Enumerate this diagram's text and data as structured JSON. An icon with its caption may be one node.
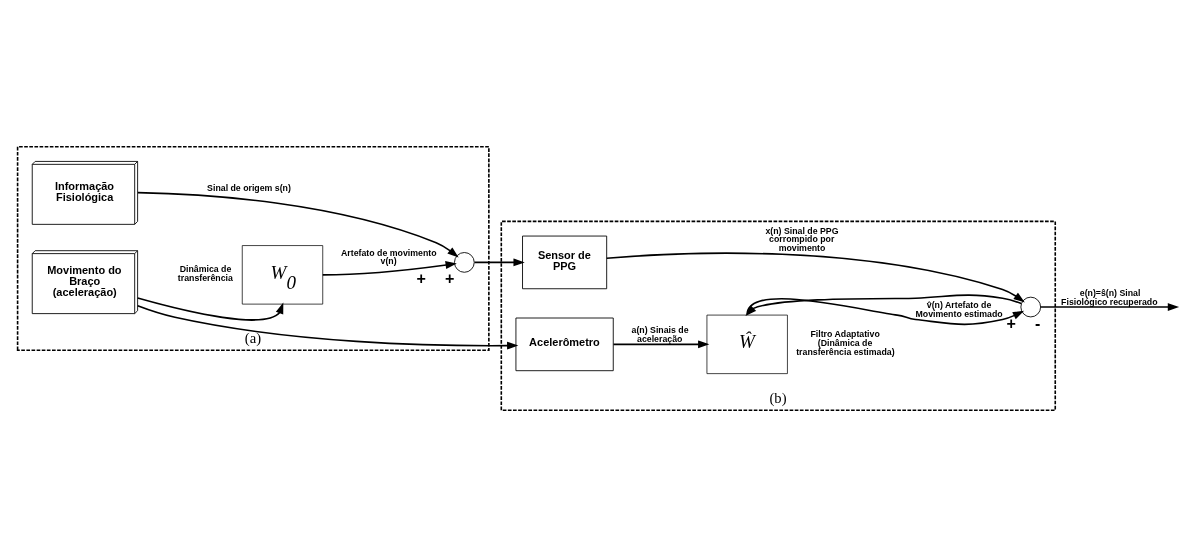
{
  "diagram": {
    "nodes": [
      {
        "text": [
          "(a)"
        ]
      },
      {
        "text": [
          "Informação Fisiológica"
        ],
        "in": 0
      },
      {
        "text": [],
        "shape": "circle",
        "in": 0,
        "beside": [
          "+",
          "+"
        ]
      },
      {
        "text": [
          "W$_{0}$"
        ],
        "in": 0,
        "beside": [
          "Dinâmica de transferência"
        ]
      },
      {
        "text": [
          "Movimento do Braço (aceleração)"
        ],
        "in": 0
      },
      {
        "text": [
          "(b)"
        ]
      },
      {
        "text": [
          "Sensor de PPG"
        ],
        "in": 5
      },
      {
        "text": [],
        "shape": "circle",
        "in": 5,
        "beside": [
          "+",
          "-"
        ]
      },
      {
        "text": [
          "Acelerômetro"
        ],
        "in": 5
      },
      {
        "text": [
          "Ŵ"
        ],
        "in": 5,
        "beside": [
          "Filtro Adaptativo (Dinâmica de transferência estimada)"
        ]
      }
    ],
    "edges": [
      {
        "from": 1,
        "to": 2,
        "arrow": "to",
        "label": "Sinal de origem s(n)"
      },
      {
        "from": 3,
        "to": 2,
        "arrow": "to",
        "label": "Artefato de movimento v(n)"
      },
      {
        "from": 2,
        "to": 6,
        "arrow": "to"
      },
      {
        "from": 4,
        "to": 3,
        "arrow": "to"
      },
      {
        "from": 4,
        "to": 8,
        "arrow": "to"
      },
      {
        "from": 6,
        "to": 7,
        "arrow": "to",
        "label": "x(n) Sinal de PPG corrompido por movimento"
      },
      {
        "from": 7,
        "to": null,
        "arrow": "to",
        "label": "e(n)=ŝ(n) Sinal Fisiológico recuperado"
      },
      {
        "from": 9,
        "to": 7,
        "arrow": "to",
        "label": "v̂(n) Artefato de Movimento estimado"
      },
      {
        "from": 7,
        "to": 9,
        "arrow": "to"
      },
      {
        "from": 8,
        "to": 9,
        "arrow": "to",
        "label": "a(n) Sinais de aceleração"
      }
    ]
  }
}
